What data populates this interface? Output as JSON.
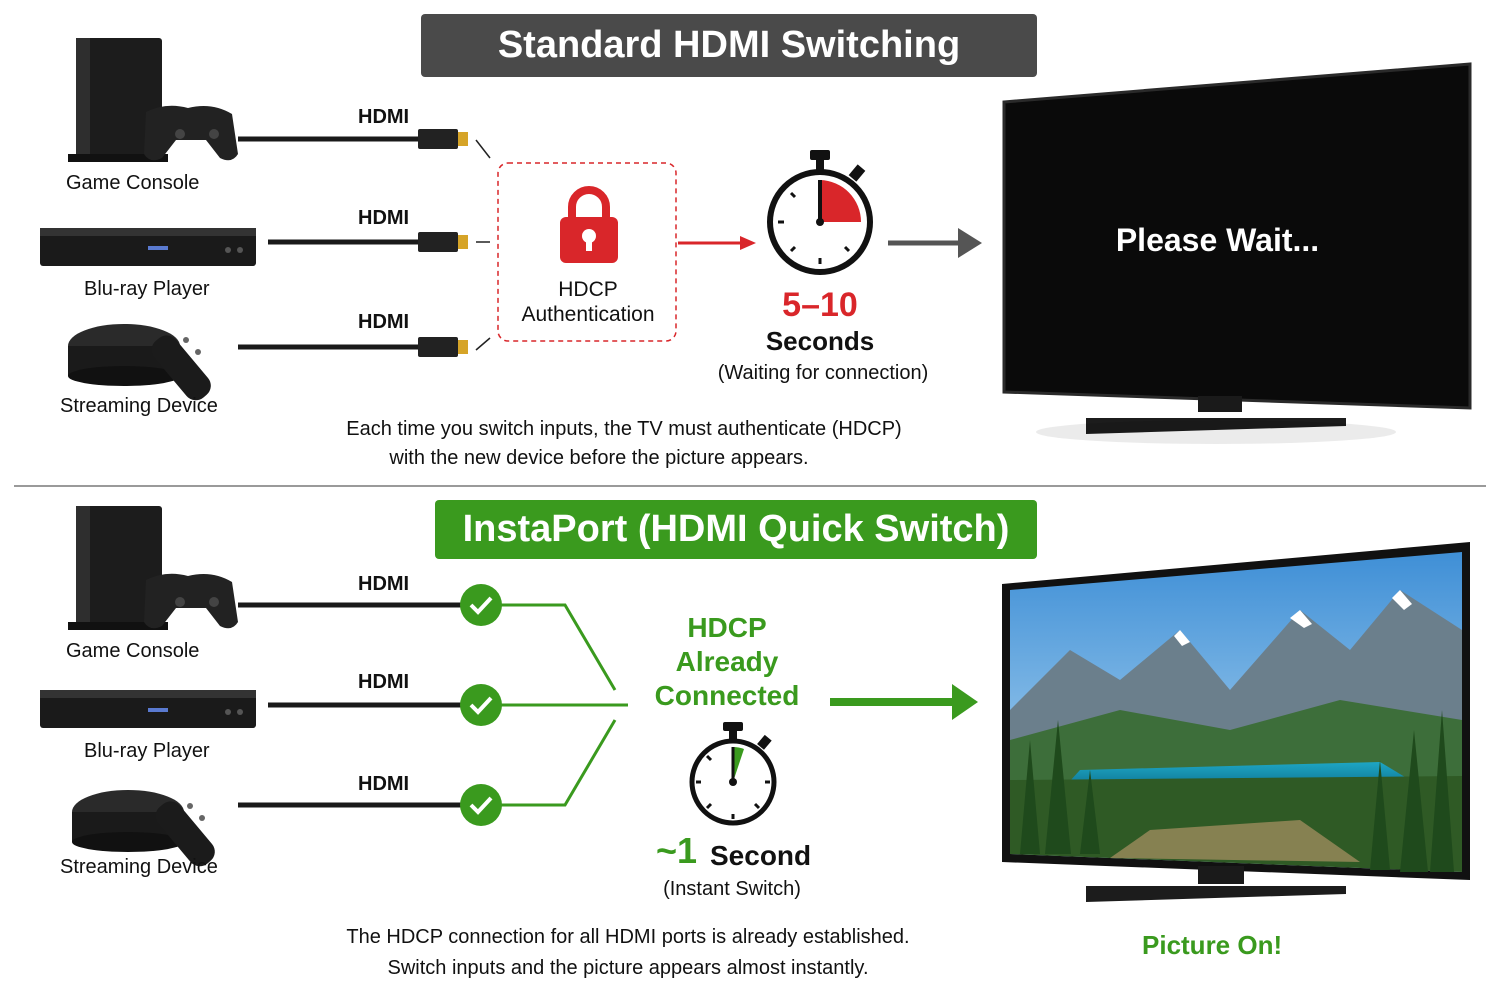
{
  "standard": {
    "title": "Standard HDMI Switching",
    "devices": [
      {
        "label": "Game Console",
        "icon": "game-console-icon"
      },
      {
        "label": "Blu-ray Player",
        "icon": "bluray-player-icon"
      },
      {
        "label": "Streaming Device",
        "icon": "streaming-device-icon"
      }
    ],
    "cable_label": "HDMI",
    "auth_box": {
      "line1": "HDCP",
      "line2": "Authentication",
      "icon": "padlock-icon"
    },
    "timer": {
      "value": "5–10",
      "unit": "Seconds",
      "note": "(Waiting for connection)",
      "icon": "stopwatch-icon"
    },
    "tv_screen_text": "Please Wait...",
    "caption_line1": "Each time you switch inputs, the TV must authenticate (HDCP)",
    "caption_line2": "with the new device before the picture appears."
  },
  "instaport": {
    "title": "InstaPort (HDMI Quick Switch)",
    "devices": [
      {
        "label": "Game Console",
        "icon": "game-console-icon"
      },
      {
        "label": "Blu-ray Player",
        "icon": "bluray-player-icon"
      },
      {
        "label": "Streaming Device",
        "icon": "streaming-device-icon"
      }
    ],
    "cable_label": "HDMI",
    "status": {
      "line1": "HDCP",
      "line2": "Already",
      "line3": "Connected"
    },
    "timer": {
      "value": "~1",
      "unit": "Second",
      "note": "(Instant Switch)",
      "icon": "stopwatch-icon"
    },
    "tv_caption": "Picture On!",
    "caption_line1": "The HDCP connection for all HDMI ports is already established.",
    "caption_line2": "Switch inputs and the picture appears almost instantly."
  },
  "colors": {
    "banner_gray": "#4a4a4a",
    "banner_green": "#3a9a1e",
    "accent_red": "#d9262a",
    "accent_green": "#3a9a1e"
  }
}
